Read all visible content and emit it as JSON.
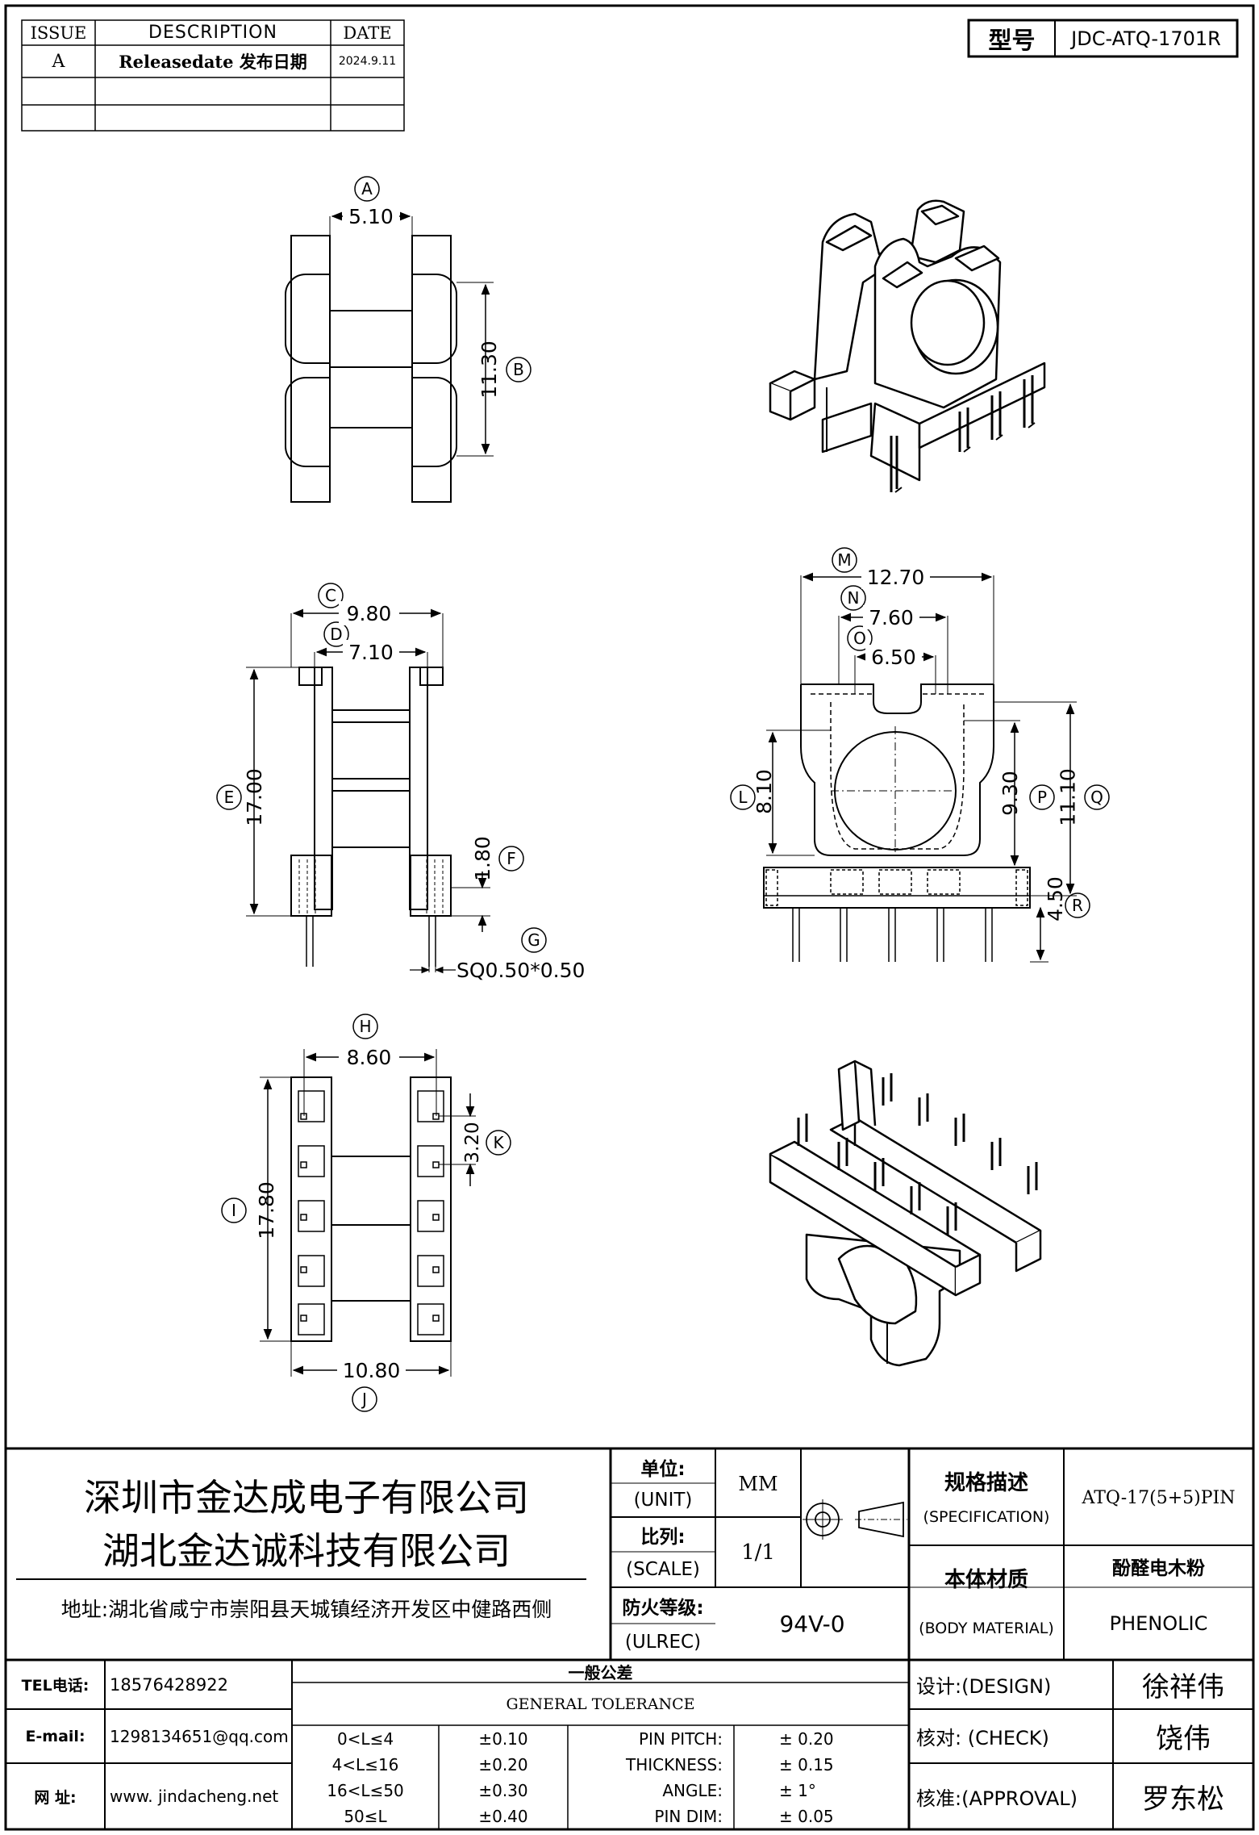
{
  "revision_table": {
    "headers": [
      "ISSUE",
      "DESCRIPTION",
      "DATE"
    ],
    "rows": [
      [
        "A",
        "Releasedate 发布日期",
        "2024.9.11"
      ],
      [
        "",
        "",
        ""
      ],
      [
        "",
        "",
        ""
      ]
    ]
  },
  "model": {
    "label": "型号",
    "value": "JDC-ATQ-1701R"
  },
  "dimensions": {
    "top_view": {
      "A": "5.10",
      "B": "11.30"
    },
    "side_view": {
      "C": "9.80",
      "D": "7.10",
      "E": "17.00",
      "F": "1.80",
      "G": "SQ0.50*0.50"
    },
    "front_view": {
      "M": "12.70",
      "N": "7.60",
      "O": "6.50",
      "L": "8.10",
      "P": "9.30",
      "Q": "11.10",
      "R": "4.50"
    },
    "bottom_view": {
      "H": "8.60",
      "I": "17.80",
      "J": "10.80",
      "K": "3.20"
    }
  },
  "title_block": {
    "company_1": "深圳市金达成电子有限公司",
    "company_2": "湖北金达诚科技有限公司",
    "address": "地址:湖北省咸宁市崇阳县天城镇经济开发区中健路西侧",
    "unit_label_cn": "单位:",
    "unit_label_en": "(UNIT)",
    "unit_value": "MM",
    "scale_label_cn": "比列:",
    "scale_label_en": "(SCALE)",
    "scale_value": "1/1",
    "fire_label_cn": "防火等级:",
    "fire_label_en": "(ULREC)",
    "fire_value": "94V-0",
    "spec_label_cn": "规格描述",
    "spec_label_en": "(SPECIFICATION)",
    "spec_value": "ATQ-17(5+5)PIN",
    "material_label_cn": "本体材质",
    "material_label_en": "(BODY MATERIAL)",
    "material_value_cn": "酚醛电木粉",
    "material_value_en": "PHENOLIC",
    "tel_label": "TEL电话:",
    "tel_value": "18576428922",
    "email_label": "E-mail:",
    "email_value": "1298134651@qq.com",
    "web_label": "网 址:",
    "web_value": "www. jindacheng.net",
    "tolerance_title_cn": "一般公差",
    "tolerance_title_en": "GENERAL TOLERANCE",
    "tolerance_rows": [
      {
        "range": "0<L≤4",
        "tol": "±0.10",
        "item": "PIN PITCH:",
        "value": "± 0.20"
      },
      {
        "range": "4<L≤16",
        "tol": "±0.20",
        "item": "THICKNESS:",
        "value": "± 0.15"
      },
      {
        "range": "16<L≤50",
        "tol": "±0.30",
        "item": "ANGLE:",
        "value": "± 1°"
      },
      {
        "range": "50≤L",
        "tol": "±0.40",
        "item": "PIN DIM:",
        "value": "± 0.05"
      }
    ],
    "design_label": "设计:(DESIGN)",
    "design_name": "徐祥伟",
    "check_label": "核对: (CHECK)",
    "check_name": "饶伟",
    "approval_label": "核准:(APPROVAL)",
    "approval_name": "罗东松"
  }
}
